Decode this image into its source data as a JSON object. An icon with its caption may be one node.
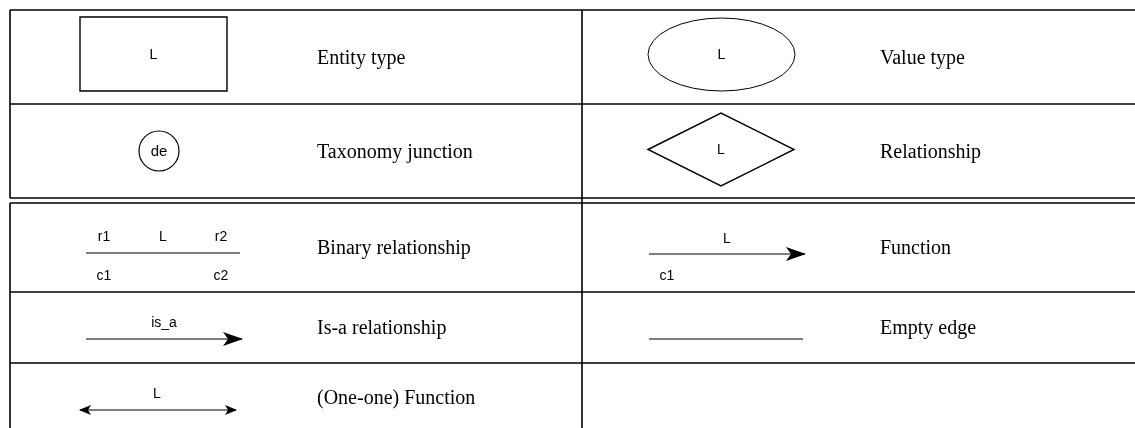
{
  "diagram": {
    "nodes": [
      {
        "text": [
          "L"
        ]
      },
      {
        "text": [
          "L"
        ]
      },
      {
        "text": [
          "de"
        ]
      },
      {
        "text": [
          "L"
        ]
      }
    ],
    "labels": [
      "r1",
      "L",
      "r2",
      "c1",
      "c2",
      "L",
      "c1",
      "is_a",
      "L"
    ],
    "legend": [
      {
        "text": "Entity type"
      },
      {
        "text": "Value type"
      },
      {
        "text": "Taxonomy junction"
      },
      {
        "text": "Relationship"
      },
      {
        "text": "Binary relationship"
      },
      {
        "text": "Function"
      },
      {
        "text": "Is-a relationship"
      },
      {
        "text": "Empty edge"
      },
      {
        "text": "(One-one) Function"
      }
    ]
  }
}
